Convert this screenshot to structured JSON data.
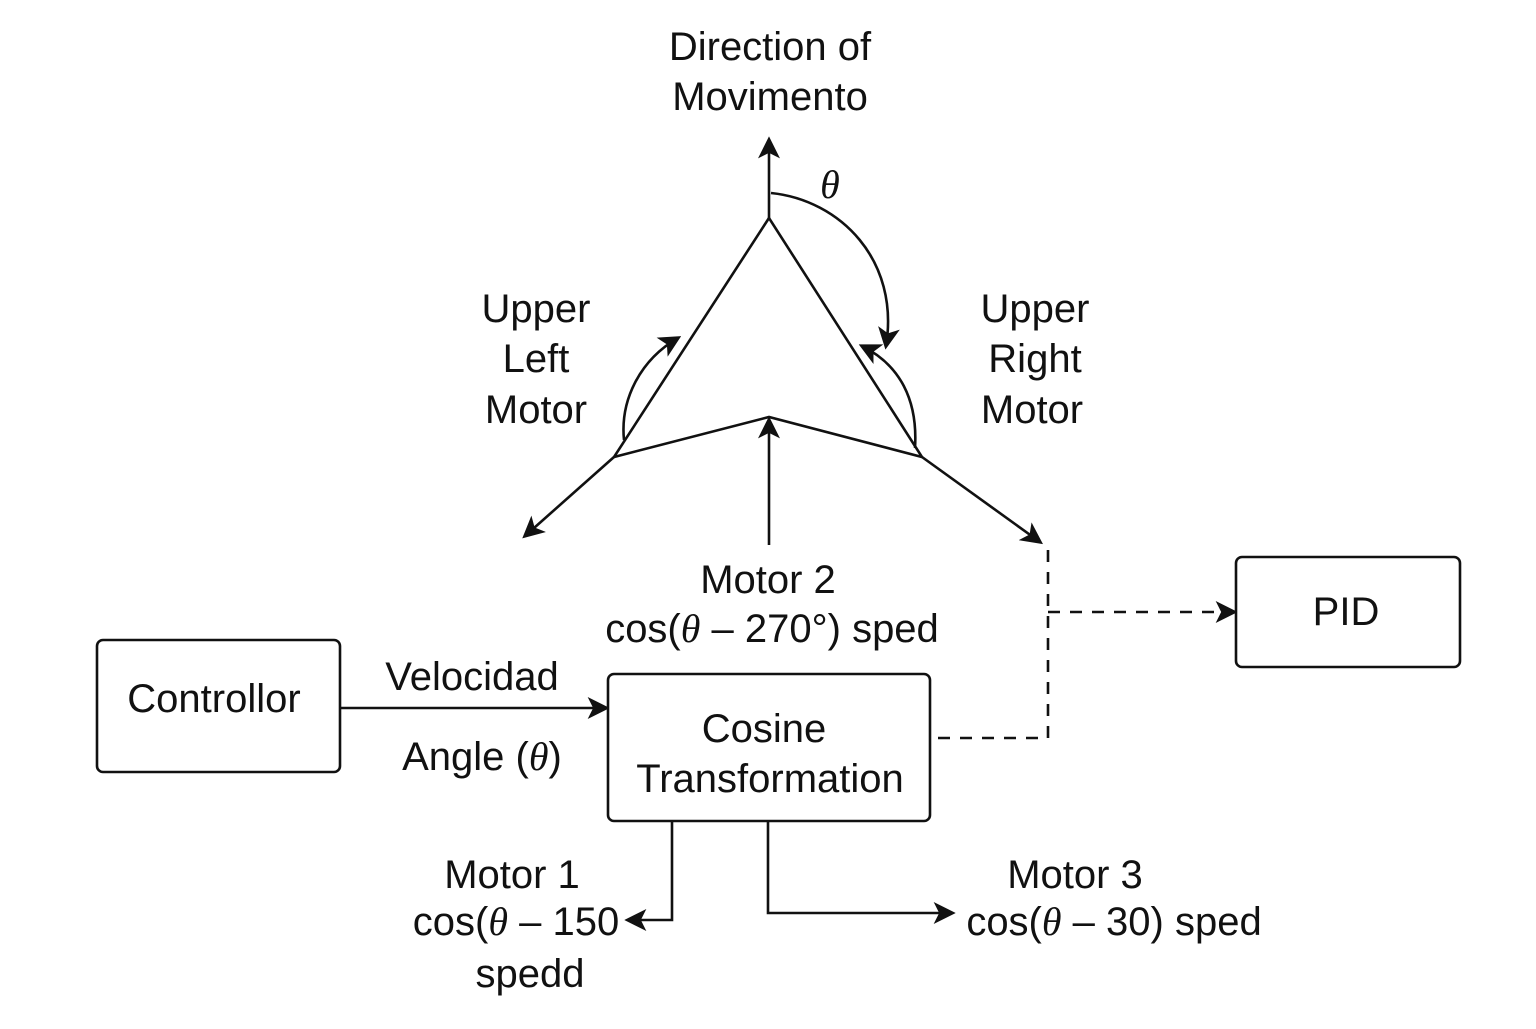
{
  "diagram": {
    "direction_label": [
      "Direction of",
      "Movimento"
    ],
    "theta_symbol": "θ",
    "upper_left_motor": [
      "Upper",
      "Left",
      "Motor"
    ],
    "upper_right_motor": [
      "Upper",
      "Right",
      "Motor"
    ],
    "motor2": {
      "title": "Motor 2",
      "formula_pre": "cos(",
      "formula_post": " – 270°) sped"
    },
    "motor1": {
      "title": "Motor 1",
      "formula_pre": "cos(",
      "formula_post": " – 150",
      "suffix": "spedd"
    },
    "motor3": {
      "title": "Motor 3",
      "formula_pre": "cos(",
      "formula_post": " – 30) sped"
    },
    "controller": {
      "label": "Controllor"
    },
    "velocity_label": "Velocidad",
    "angle_label_pre": "Angle (",
    "angle_label_post": ")",
    "cosine": {
      "line1": "Cosine",
      "line2": "Transformation"
    },
    "pid": {
      "label": "PID"
    },
    "colors": {
      "stroke": "#111111",
      "background": "#ffffff"
    }
  }
}
